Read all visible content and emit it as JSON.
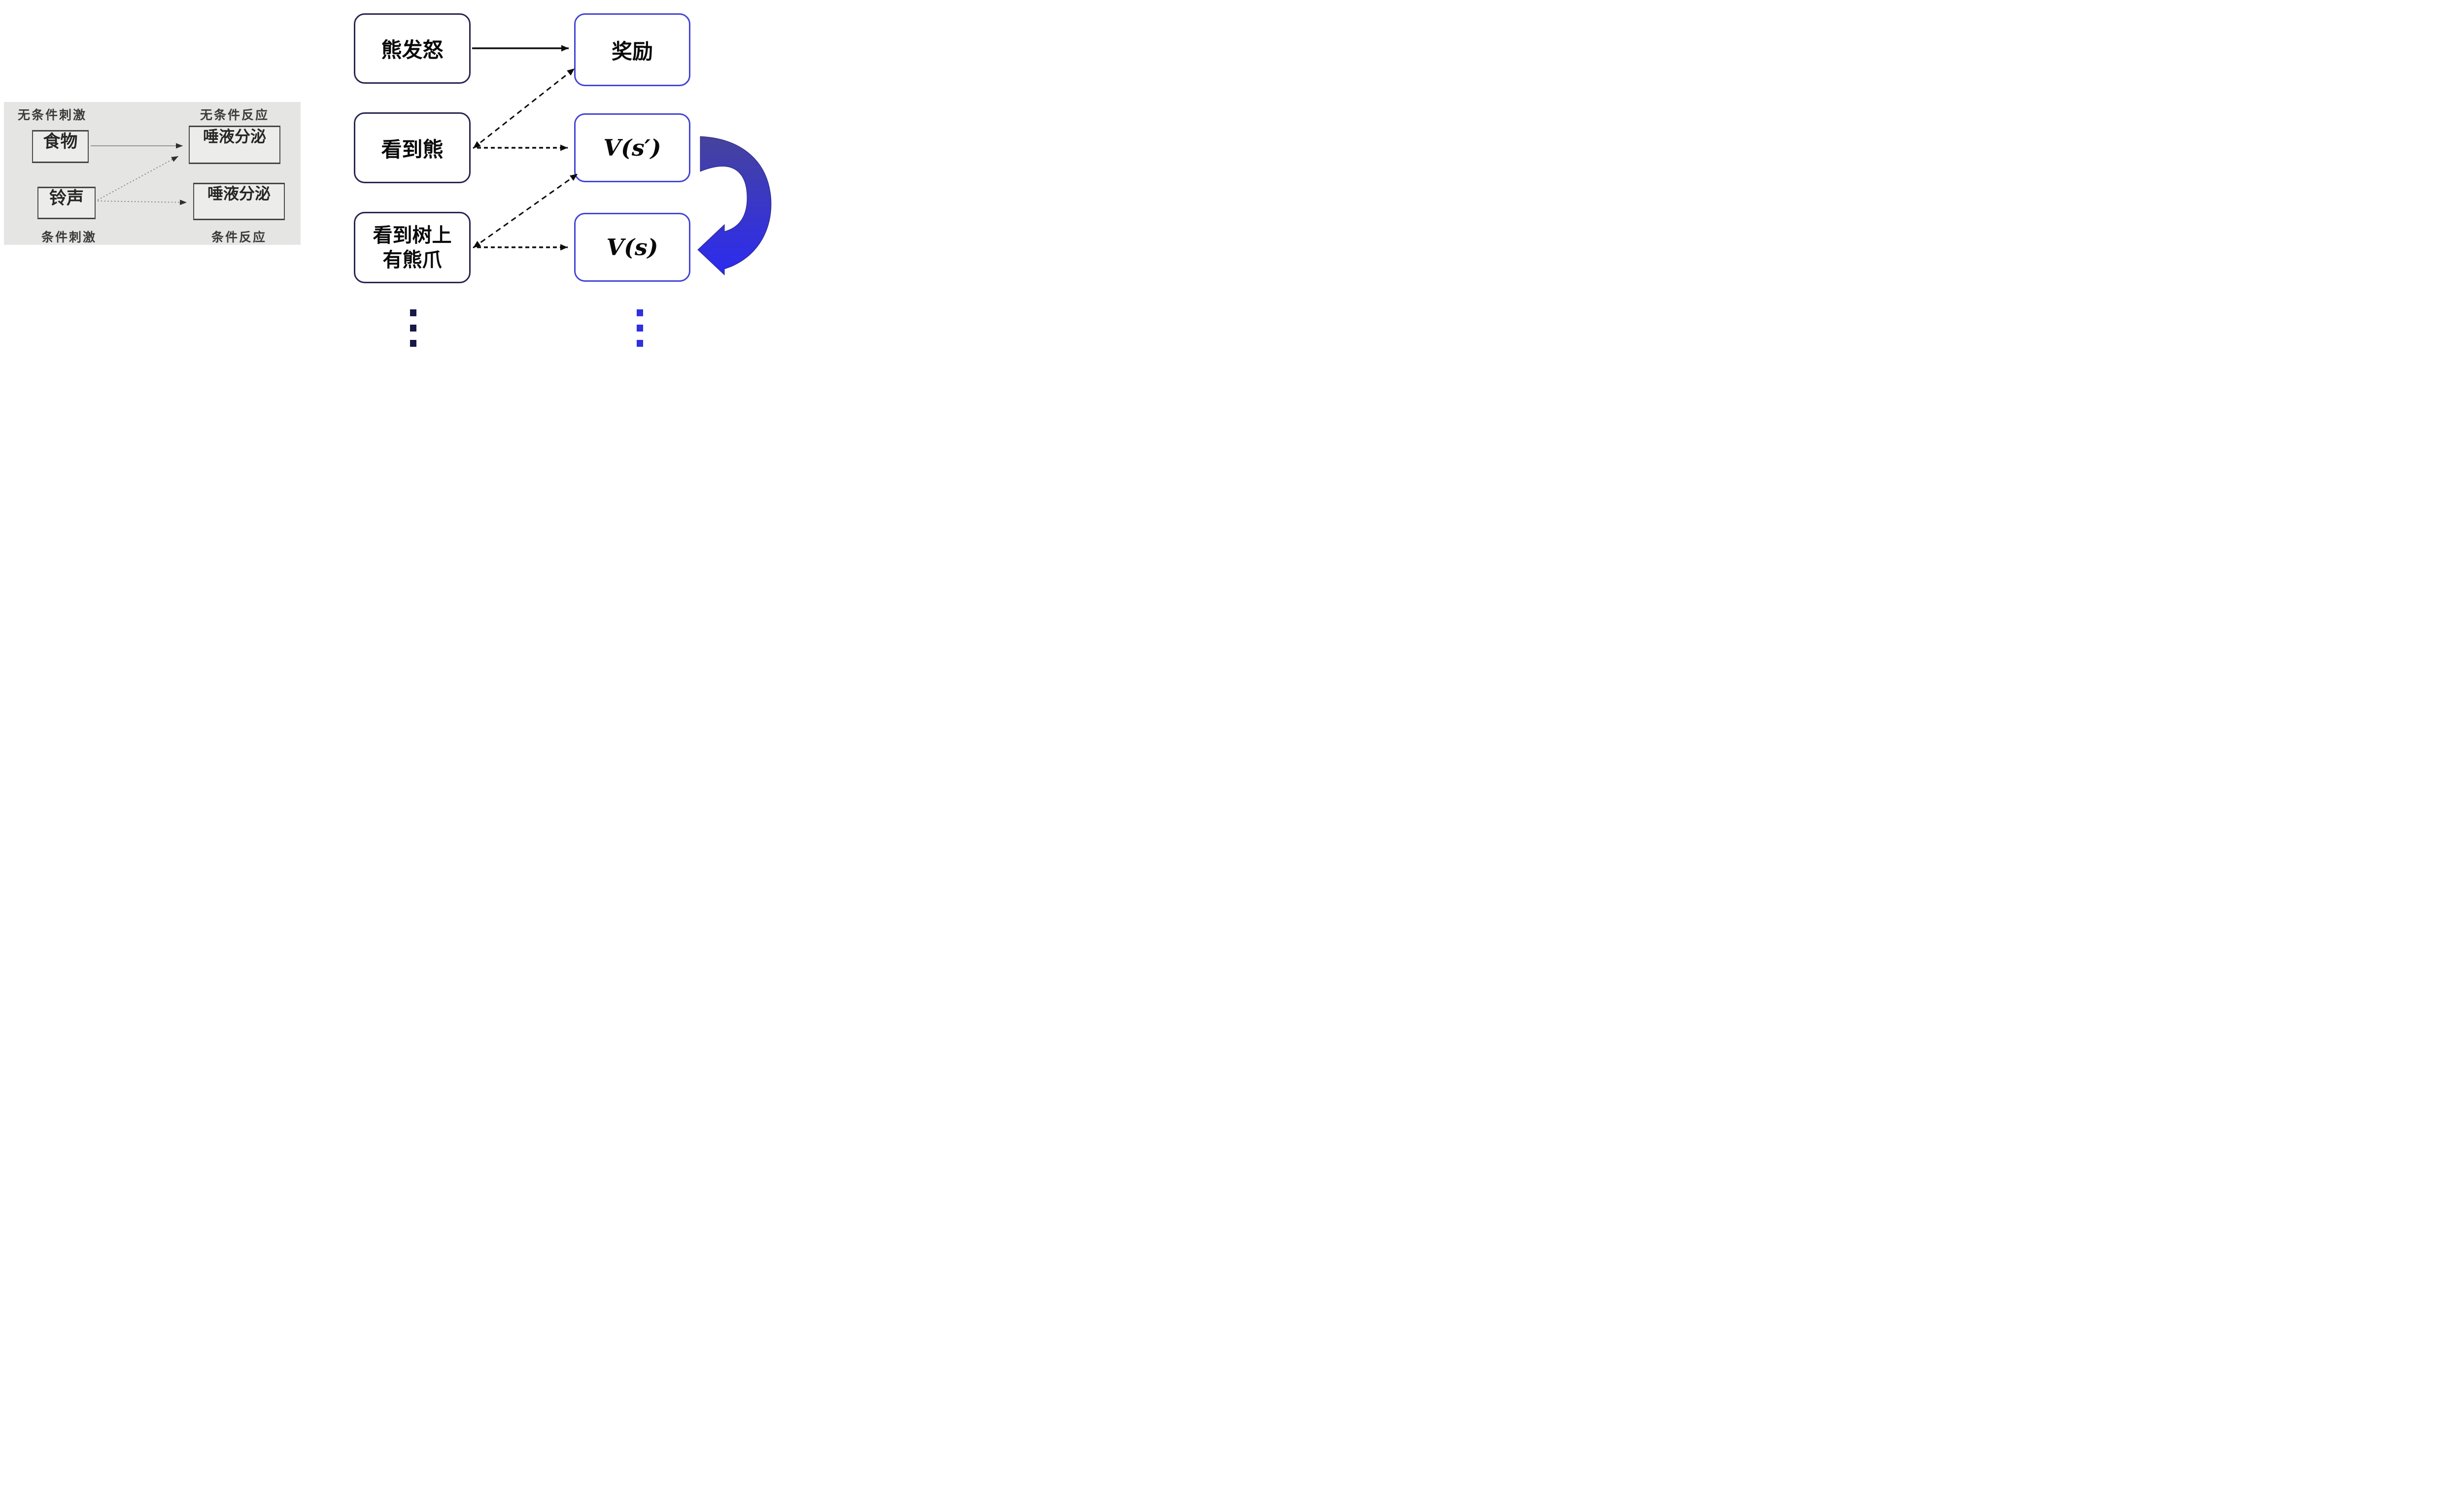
{
  "left_panel": {
    "label_unconditioned_stimulus": "无条件刺激",
    "label_unconditioned_response": "无条件反应",
    "label_conditioned_stimulus": "条件刺激",
    "label_conditioned_response": "条件反应",
    "box_food": "食物",
    "box_bell": "铃声",
    "box_salivation_top": "唾液分泌",
    "box_salivation_bottom": "唾液分泌",
    "panel_bg": "#e5e5e4",
    "box_border_color": "#4c4c4c",
    "arrow_color": "#8c8c8c",
    "arrowhead_color": "#2f2f2f"
  },
  "right_diagram": {
    "states": {
      "s1": "熊发怒",
      "s2": "看到熊",
      "s3": "看到树上\n有熊爪"
    },
    "values": {
      "reward": "奖励",
      "v_s_prime": "V(s′)",
      "v_s": "V(s)"
    },
    "state_border_color": "#272450",
    "value_border_color": "#4444d6",
    "arrow_color": "#0d0d0d",
    "loop_arrow_gradient_top": "#46439c",
    "loop_arrow_gradient_bottom": "#2c2bf0",
    "ellipsis_left_color": "#191947",
    "ellipsis_right_color": "#3030e0"
  }
}
